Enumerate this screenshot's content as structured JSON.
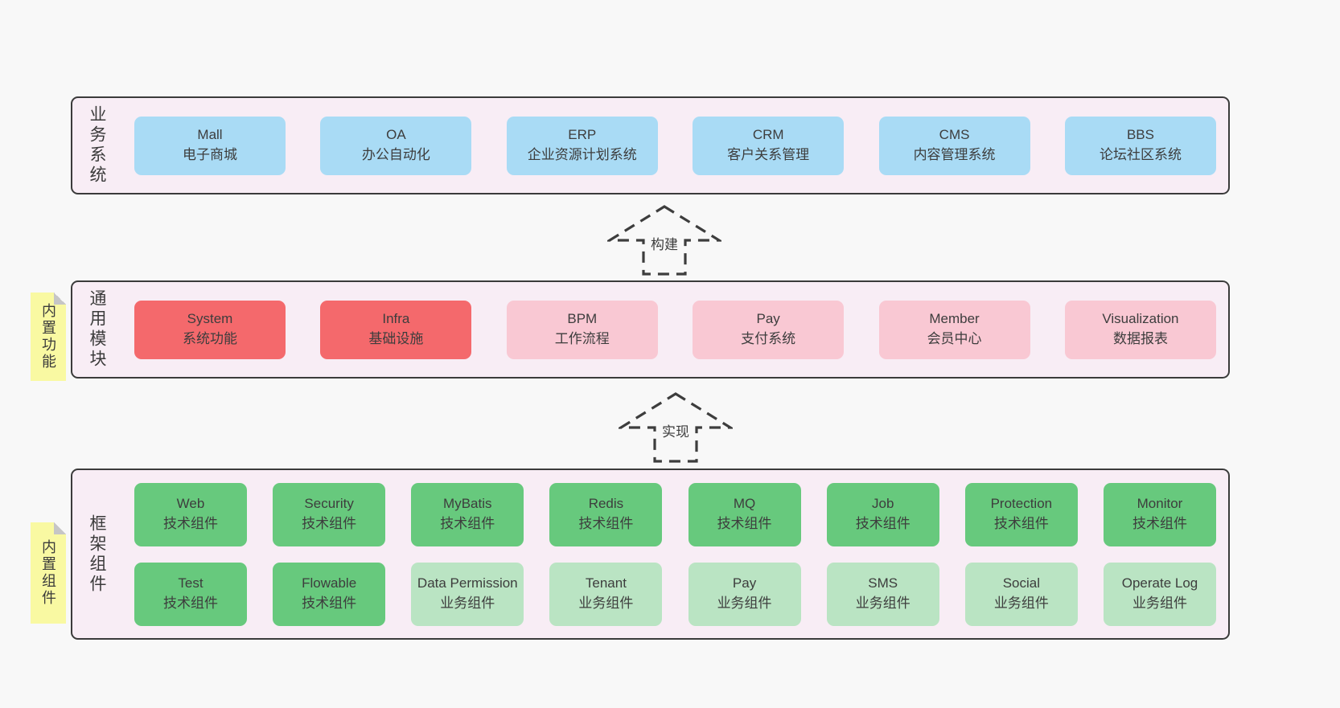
{
  "colors": {
    "page_bg": "#f8f8f8",
    "panel_bg": "#f8edf5",
    "panel_border": "#3b3b3b",
    "blue_node": "#a9dbf5",
    "red_node": "#f4696c",
    "pink_node": "#f9c8d3",
    "green_node": "#67c97d",
    "light_green_node": "#bae4c3",
    "sticky_yellow": "#f9f9a2",
    "text": "#3d3d3d"
  },
  "arrows": {
    "build": "构建",
    "implement": "实现"
  },
  "layers": {
    "business": {
      "label": "业务系统",
      "boxes": [
        {
          "title": "Mall",
          "subtitle": "电子商城"
        },
        {
          "title": "OA",
          "subtitle": "办公自动化"
        },
        {
          "title": "ERP",
          "subtitle": "企业资源计划系统"
        },
        {
          "title": "CRM",
          "subtitle": "客户关系管理"
        },
        {
          "title": "CMS",
          "subtitle": "内容管理系统"
        },
        {
          "title": "BBS",
          "subtitle": "论坛社区系统"
        }
      ]
    },
    "modules": {
      "label": "通用模块",
      "sticky": "内置功能",
      "boxes": [
        {
          "title": "System",
          "subtitle": "系统功能",
          "variant": "red"
        },
        {
          "title": "Infra",
          "subtitle": "基础设施",
          "variant": "red"
        },
        {
          "title": "BPM",
          "subtitle": "工作流程",
          "variant": "pink"
        },
        {
          "title": "Pay",
          "subtitle": "支付系统",
          "variant": "pink"
        },
        {
          "title": "Member",
          "subtitle": "会员中心",
          "variant": "pink"
        },
        {
          "title": "Visualization",
          "subtitle": "数据报表",
          "variant": "pink"
        }
      ]
    },
    "components": {
      "label": "框架组件",
      "sticky": "内置组件",
      "row1": [
        {
          "title": "Web",
          "subtitle": "技术组件",
          "variant": "green"
        },
        {
          "title": "Security",
          "subtitle": "技术组件",
          "variant": "green"
        },
        {
          "title": "MyBatis",
          "subtitle": "技术组件",
          "variant": "green"
        },
        {
          "title": "Redis",
          "subtitle": "技术组件",
          "variant": "green"
        },
        {
          "title": "MQ",
          "subtitle": "技术组件",
          "variant": "green"
        },
        {
          "title": "Job",
          "subtitle": "技术组件",
          "variant": "green"
        },
        {
          "title": "Protection",
          "subtitle": "技术组件",
          "variant": "green"
        },
        {
          "title": "Monitor",
          "subtitle": "技术组件",
          "variant": "green"
        }
      ],
      "row2": [
        {
          "title": "Test",
          "subtitle": "技术组件",
          "variant": "green"
        },
        {
          "title": "Flowable",
          "subtitle": "技术组件",
          "variant": "green"
        },
        {
          "title": "Data Permission",
          "subtitle": "业务组件",
          "variant": "light-green"
        },
        {
          "title": "Tenant",
          "subtitle": "业务组件",
          "variant": "light-green"
        },
        {
          "title": "Pay",
          "subtitle": "业务组件",
          "variant": "light-green"
        },
        {
          "title": "SMS",
          "subtitle": "业务组件",
          "variant": "light-green"
        },
        {
          "title": "Social",
          "subtitle": "业务组件",
          "variant": "light-green"
        },
        {
          "title": "Operate Log",
          "subtitle": "业务组件",
          "variant": "light-green"
        }
      ]
    }
  }
}
